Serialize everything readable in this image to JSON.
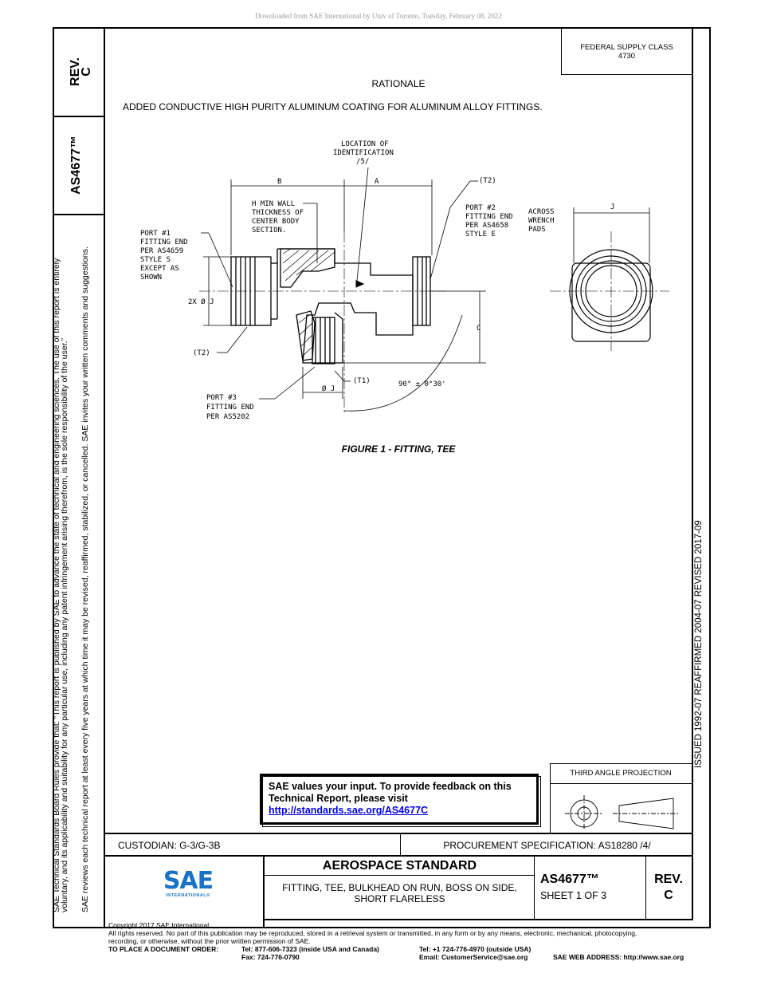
{
  "download_notice": "Downloaded from SAE International by Univ of Toronto, Tuesday, February 08, 2022",
  "sidebar": {
    "rev_label": "REV.",
    "rev_value": "C",
    "doc_number": "AS4677™",
    "rules_note_line1": "SAE Technical Standards Board Rules provide that: “This report is published by SAE to advance the state of technical and engineering sciences. The use of this report is entirely",
    "rules_note_line2": "voluntary, and its applicability and suitability for any particular use, including any patent infringement arising therefrom, is the sole responsibility of the user.”",
    "review_note": "SAE reviews each technical report at least every five years at which time it may be revised, reaffirmed, stabilized, or cancelled. SAE invites your written comments and suggestions."
  },
  "right_strip": {
    "dates": "ISSUED 1992-07     REAFFIRMED 2004-07     REVISED 2017-09"
  },
  "federal_supply": {
    "label": "FEDERAL SUPPLY CLASS",
    "value": "4730"
  },
  "rationale": {
    "heading": "RATIONALE",
    "text": "ADDED CONDUCTIVE HIGH PURITY ALUMINUM COATING FOR ALUMINUM ALLOY FITTINGS."
  },
  "figure": {
    "caption": "FIGURE 1 - FITTING, TEE",
    "labels": {
      "location": "LOCATION OF",
      "identification": "IDENTIFICATION",
      "note5": "/5/",
      "dim_b": "B",
      "dim_a": "A",
      "t2_top": "(T2)",
      "hwall1": "H MIN WALL",
      "hwall2": "THICKNESS OF",
      "hwall3": "CENTER BODY",
      "hwall4": "SECTION.",
      "port2_1": "PORT #2",
      "port2_2": "FITTING END",
      "port2_3": "PER AS4658",
      "port2_4": "STYLE E",
      "across1": "ACROSS",
      "across2": "WRENCH",
      "across3": "PADS",
      "dim_j": "J",
      "port1_1": "PORT #1",
      "port1_2": "FITTING END",
      "port1_3": "PER AS4659",
      "port1_4": "STYLE S",
      "port1_5": "EXCEPT AS",
      "port1_6": "SHOWN",
      "two_x_j": "2X Ø J",
      "dim_c": "C",
      "t2_left": "(T2)",
      "t1": "(T1)",
      "phi_j": "Ø J",
      "angle": "90° ± 0°30'",
      "port3_1": "PORT #3",
      "port3_2": "FITTING END",
      "port3_3": "PER AS5202"
    }
  },
  "feedback": {
    "line1": "SAE values your input. To provide feedback on this",
    "line2": "Technical Report, please visit",
    "link": "http://standards.sae.org/AS4677C"
  },
  "projection": {
    "title": "THIRD ANGLE PROJECTION"
  },
  "title_block": {
    "custodian": "CUSTODIAN: G-3/G-3B",
    "procurement": "PROCUREMENT SPECIFICATION: AS18280 /4/",
    "logo_text": "SAE",
    "logo_sub": "INTERNATIONAL®",
    "standard_type": "AEROSPACE STANDARD",
    "title_line1": "FITTING, TEE, BULKHEAD ON RUN, BOSS ON SIDE,",
    "title_line2": "SHORT FLARELESS",
    "doc_number": "AS4677™",
    "sheet": "SHEET 1 OF 3",
    "rev_label": "REV.",
    "rev_value": "C"
  },
  "footer": {
    "copyright": "Copyright 2017 SAE International",
    "rights1": "All rights reserved. No part of this publication may be reproduced, stored in a retrieval system or transmitted, in any form or by any means, electronic, mechanical, photocopying,",
    "rights2": "recording, or otherwise, without the prior written permission of SAE.",
    "order_label": "TO PLACE A DOCUMENT ORDER:",
    "tel_usa": "Tel: 877-606-7323 (inside USA and Canada)",
    "fax": "Fax: 724-776-0790",
    "tel_outside": "Tel: +1 724-776-4970 (outside USA)",
    "email": "Email: CustomerService@sae.org",
    "web": "SAE WEB ADDRESS: http://www.sae.org"
  },
  "colors": {
    "link": "#0000ee",
    "logo_blue": "#1a72c4",
    "download_gray": "#9a9a9a"
  }
}
